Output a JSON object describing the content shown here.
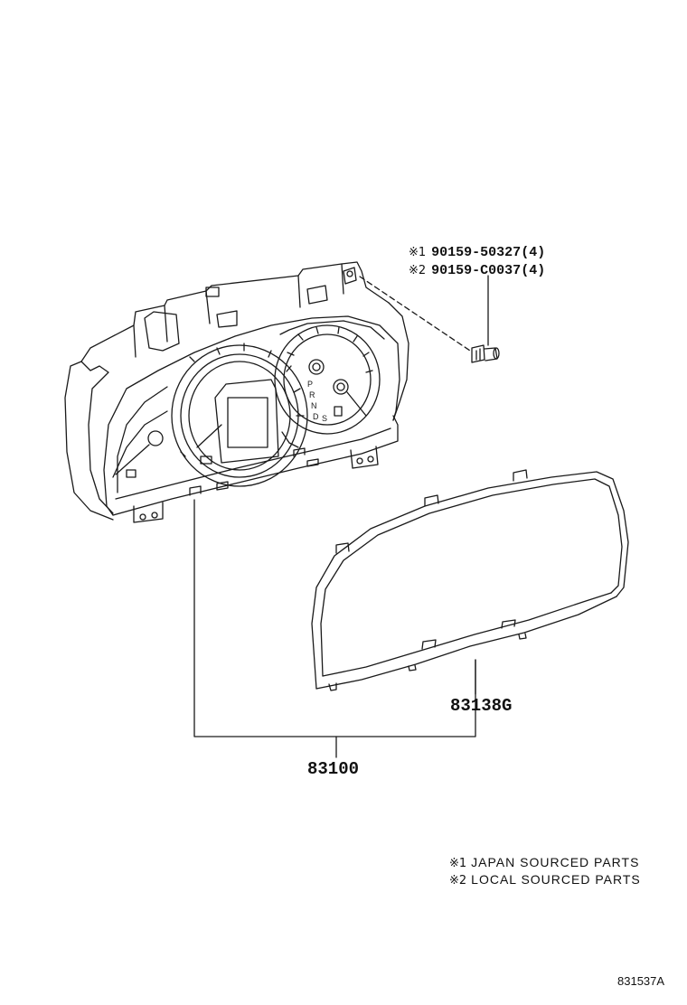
{
  "bolts": [
    {
      "mark": "※1",
      "part": "90159-50327",
      "qty": "(4)"
    },
    {
      "mark": "※2",
      "part": "90159-C0037",
      "qty": "(4)"
    }
  ],
  "parts": {
    "meter_assembly": "83100",
    "glass": "83138G"
  },
  "gauge_text": {
    "gear_p": "P",
    "gear_r": "R",
    "gear_n": "N",
    "gear_d": "D",
    "gear_s": "S"
  },
  "legend": [
    {
      "mark": "※1",
      "text": "JAPAN SOURCED PARTS"
    },
    {
      "mark": "※2",
      "text": "LOCAL SOURCED PARTS"
    }
  ],
  "reference_code": "831537A",
  "colors": {
    "line": "#1a1a1a",
    "background": "#ffffff"
  }
}
